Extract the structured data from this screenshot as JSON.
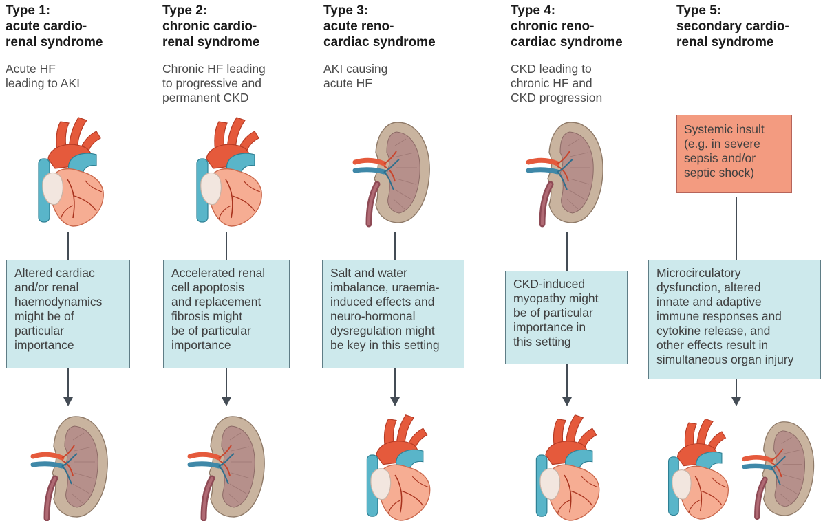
{
  "types": [
    {
      "title_lines": [
        "Type 1:",
        "acute cardio-",
        "renal syndrome"
      ],
      "desc_lines": [
        "Acute HF",
        "leading to AKI"
      ],
      "box_lines": [
        "Altered cardiac",
        "and/or renal",
        "haemodynamics",
        "might be of",
        "particular",
        "importance"
      ],
      "top_organ": "heart",
      "bottom_organ": "kidney"
    },
    {
      "title_lines": [
        "Type 2:",
        "chronic cardio-",
        "renal syndrome"
      ],
      "desc_lines": [
        "Chronic HF leading",
        "to progressive and",
        "permanent CKD"
      ],
      "box_lines": [
        "Accelerated renal",
        "cell apoptosis",
        "and replacement",
        "fibrosis might",
        "be of particular",
        "importance"
      ],
      "top_organ": "heart",
      "bottom_organ": "kidney"
    },
    {
      "title_lines": [
        "Type 3:",
        "acute reno-",
        "cardiac syndrome"
      ],
      "desc_lines": [
        "AKI causing",
        "acute HF"
      ],
      "box_lines": [
        "Salt and water",
        "imbalance, uraemia-",
        "induced effects and",
        "neuro-hormonal",
        "dysregulation might",
        "be key in this setting"
      ],
      "top_organ": "kidney",
      "bottom_organ": "heart"
    },
    {
      "title_lines": [
        "Type 4:",
        "chronic reno-",
        "cardiac syndrome"
      ],
      "desc_lines": [
        "CKD leading to",
        "chronic HF and",
        "CKD progression"
      ],
      "box_lines": [
        "CKD-induced",
        "myopathy might",
        "be of particular",
        "importance in",
        "this setting"
      ],
      "top_organ": "kidney",
      "bottom_organ": "heart"
    },
    {
      "title_lines": [
        "Type 5:",
        "secondary cardio-",
        "renal syndrome"
      ],
      "desc_lines": [],
      "insult_lines": [
        "Systemic insult",
        "(e.g. in severe",
        "sepsis and/or",
        "septic shock)"
      ],
      "box_lines": [
        "Microcirculatory",
        "dysfunction, altered",
        "innate and adaptive",
        "immune responses and",
        "cytokine release, and",
        "other effects result in",
        "simultaneous organ injury"
      ],
      "bottom_organ": "heart-and-kidney"
    }
  ],
  "colors": {
    "box_fill": "#cde9ec",
    "box_border": "#5f7d86",
    "insult_fill": "#f39b80",
    "connector": "#444c55",
    "heart_red": "#e55a3c",
    "heart_muscle": "#f6ad93",
    "vessel_blue": "#59b5c9",
    "kidney_outer": "#c9b49f",
    "kidney_inner": "#b6908b"
  }
}
